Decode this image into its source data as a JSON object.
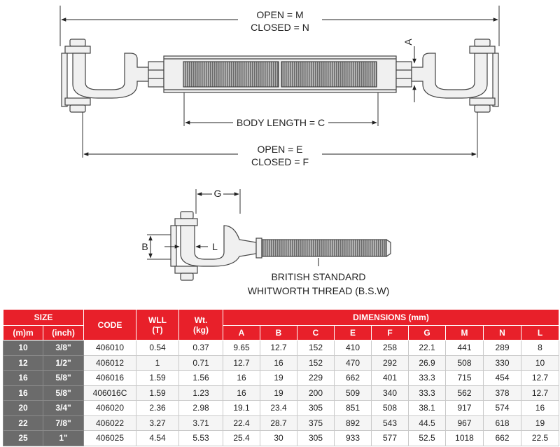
{
  "diagram": {
    "top": {
      "open_m": "OPEN = M",
      "closed_n": "CLOSED = N",
      "dim_a": "A",
      "body_length": "BODY LENGTH = C",
      "open_e": "OPEN = E",
      "closed_f": "CLOSED = F"
    },
    "bottom": {
      "dim_g": "G",
      "dim_b": "B",
      "dim_l": "L",
      "thread_line1": "BRITISH STANDARD",
      "thread_line2": "WHITWORTH THREAD (B.S.W)"
    }
  },
  "table": {
    "size_header": "SIZE",
    "size_mm_header": "(m)m",
    "size_inch_header": "(inch)",
    "code_header": "CODE",
    "wll_header": [
      "WLL",
      "(T)"
    ],
    "wt_header": [
      "Wt.",
      "(kg)"
    ],
    "dimensions_header": "DIMENSIONS (mm)",
    "dimension_columns": [
      "A",
      "B",
      "C",
      "E",
      "F",
      "G",
      "M",
      "N",
      "L"
    ],
    "rows": [
      {
        "mm": "10",
        "inch": "3/8\"",
        "code": "406010",
        "wll": "0.54",
        "wt": "0.37",
        "dims": [
          "9.65",
          "12.7",
          "152",
          "410",
          "258",
          "22.1",
          "441",
          "289",
          "8"
        ]
      },
      {
        "mm": "12",
        "inch": "1/2\"",
        "code": "406012",
        "wll": "1",
        "wt": "0.71",
        "dims": [
          "12.7",
          "16",
          "152",
          "470",
          "292",
          "26.9",
          "508",
          "330",
          "10"
        ]
      },
      {
        "mm": "16",
        "inch": "5/8\"",
        "code": "406016",
        "wll": "1.59",
        "wt": "1.56",
        "dims": [
          "16",
          "19",
          "229",
          "662",
          "401",
          "33.3",
          "715",
          "454",
          "12.7"
        ]
      },
      {
        "mm": "16",
        "inch": "5/8\"",
        "code": "406016C",
        "wll": "1.59",
        "wt": "1.23",
        "dims": [
          "16",
          "19",
          "200",
          "509",
          "340",
          "33.3",
          "562",
          "378",
          "12.7"
        ]
      },
      {
        "mm": "20",
        "inch": "3/4\"",
        "code": "406020",
        "wll": "2.36",
        "wt": "2.98",
        "dims": [
          "19.1",
          "23.4",
          "305",
          "851",
          "508",
          "38.1",
          "917",
          "574",
          "16"
        ]
      },
      {
        "mm": "22",
        "inch": "7/8\"",
        "code": "406022",
        "wll": "3.27",
        "wt": "3.71",
        "dims": [
          "22.4",
          "28.7",
          "375",
          "892",
          "543",
          "44.5",
          "967",
          "618",
          "19"
        ]
      },
      {
        "mm": "25",
        "inch": "1\"",
        "code": "406025",
        "wll": "4.54",
        "wt": "5.53",
        "dims": [
          "25.4",
          "30",
          "305",
          "933",
          "577",
          "52.5",
          "1018",
          "662",
          "22.5"
        ]
      }
    ]
  }
}
